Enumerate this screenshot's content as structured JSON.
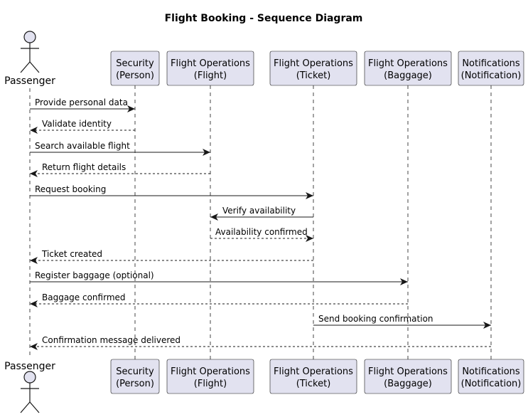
{
  "title": "Flight Booking - Sequence Diagram",
  "colors": {
    "participant_fill": "#e2e2f0",
    "participant_stroke": "#181818",
    "lifeline": "#181818",
    "arrow": "#181818"
  },
  "participants": [
    {
      "id": "passenger",
      "kind": "actor",
      "label_lines": [
        "Passenger"
      ]
    },
    {
      "id": "security",
      "kind": "box",
      "label_lines": [
        "Security",
        "(Person)"
      ]
    },
    {
      "id": "flight",
      "kind": "box",
      "label_lines": [
        "Flight Operations",
        "(Flight)"
      ]
    },
    {
      "id": "ticket",
      "kind": "box",
      "label_lines": [
        "Flight Operations",
        "(Ticket)"
      ]
    },
    {
      "id": "baggage",
      "kind": "box",
      "label_lines": [
        "Flight Operations",
        "(Baggage)"
      ]
    },
    {
      "id": "notifications",
      "kind": "box",
      "label_lines": [
        "Notifications",
        "(Notification)"
      ]
    }
  ],
  "messages": [
    {
      "from": "passenger",
      "to": "security",
      "label": "Provide personal data",
      "style": "solid"
    },
    {
      "from": "security",
      "to": "passenger",
      "label": "Validate identity",
      "style": "dashed"
    },
    {
      "from": "passenger",
      "to": "flight",
      "label": "Search available flight",
      "style": "solid"
    },
    {
      "from": "flight",
      "to": "passenger",
      "label": "Return flight details",
      "style": "dashed"
    },
    {
      "from": "passenger",
      "to": "ticket",
      "label": "Request booking",
      "style": "solid"
    },
    {
      "from": "ticket",
      "to": "flight",
      "label": "Verify availability",
      "style": "solid"
    },
    {
      "from": "flight",
      "to": "ticket",
      "label": "Availability confirmed",
      "style": "dashed"
    },
    {
      "from": "ticket",
      "to": "passenger",
      "label": "Ticket created",
      "style": "dashed"
    },
    {
      "from": "passenger",
      "to": "baggage",
      "label": "Register baggage (optional)",
      "style": "solid"
    },
    {
      "from": "baggage",
      "to": "passenger",
      "label": "Baggage confirmed",
      "style": "dashed"
    },
    {
      "from": "ticket",
      "to": "notifications",
      "label": "Send booking confirmation",
      "style": "solid"
    },
    {
      "from": "notifications",
      "to": "passenger",
      "label": "Confirmation message delivered",
      "style": "dashed"
    }
  ]
}
